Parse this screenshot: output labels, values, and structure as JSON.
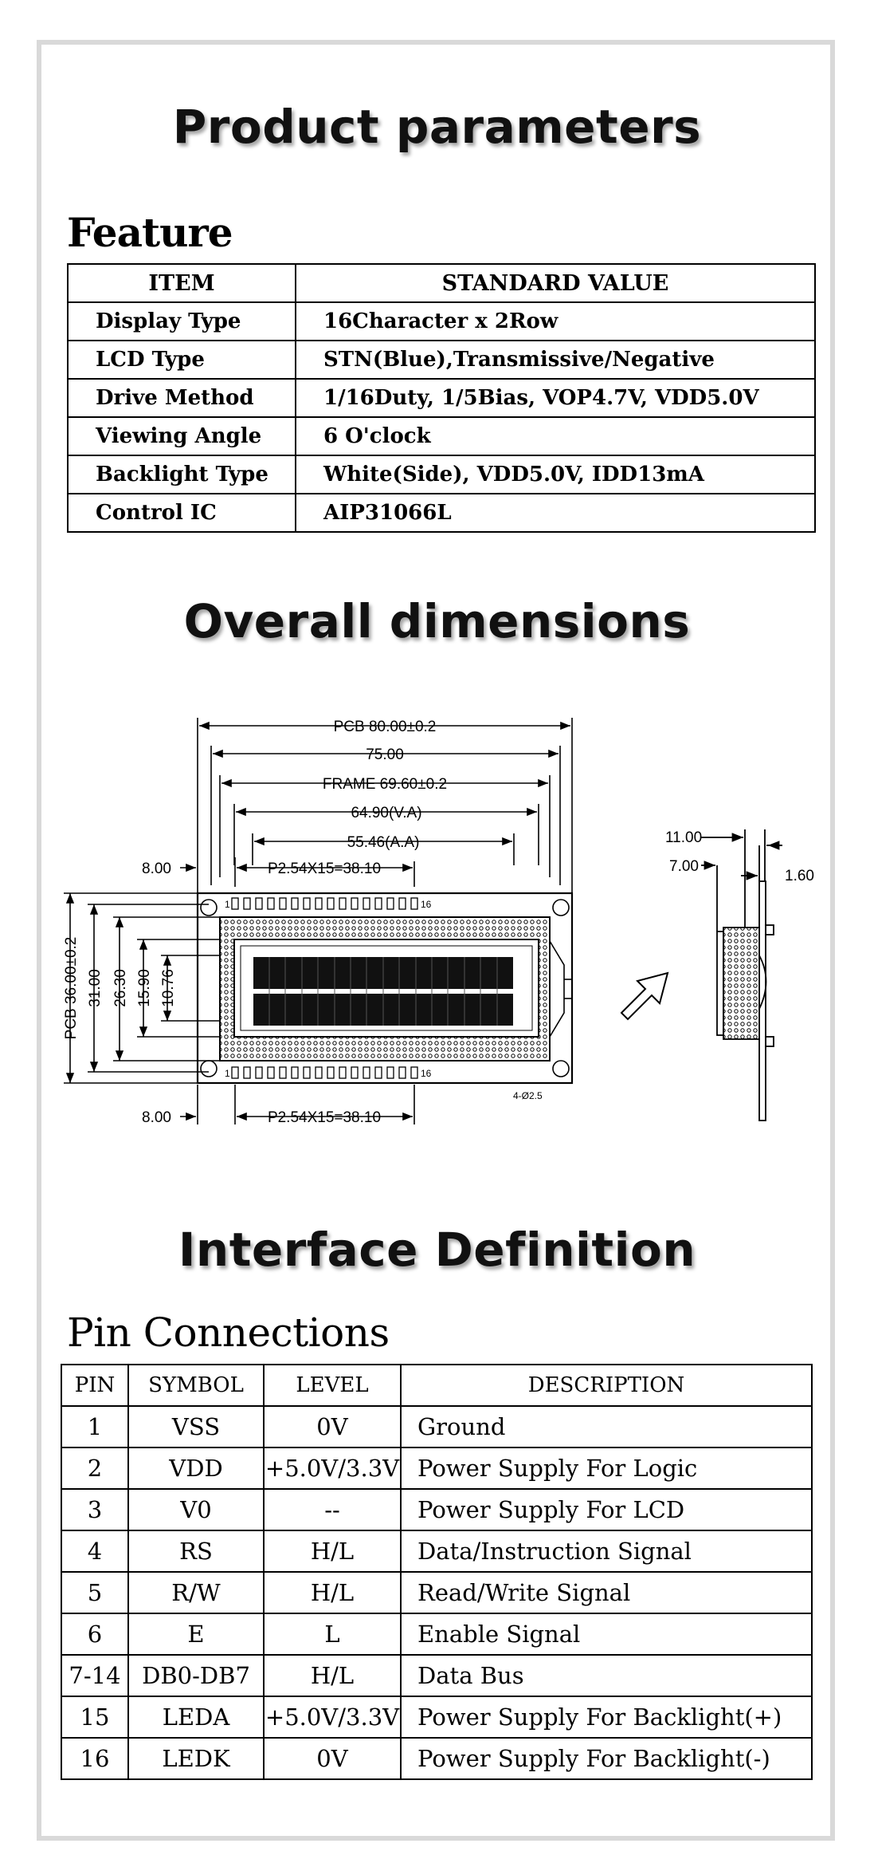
{
  "headings": {
    "product_parameters": "Product parameters",
    "feature": "Feature",
    "overall_dimensions": "Overall dimensions",
    "interface_definition": "Interface Definition",
    "pin_connections": "Pin Connections"
  },
  "feature_table": {
    "headers": [
      "ITEM",
      "STANDARD VALUE"
    ],
    "rows": [
      [
        "Display Type",
        "16Character x 2Row"
      ],
      [
        "LCD Type",
        "STN(Blue),Transmissive/Negative"
      ],
      [
        "Drive Method",
        "1/16Duty, 1/5Bias, VOP4.7V, VDD5.0V"
      ],
      [
        "Viewing Angle",
        "6 O'clock"
      ],
      [
        "Backlight Type",
        "White(Side), VDD5.0V, IDD13mA"
      ],
      [
        "Control IC",
        "AIP31066L"
      ]
    ]
  },
  "dimensions": {
    "pcb_width": "PCB 80.00±0.2",
    "width_75": "75.00",
    "frame": "FRAME 69.60±0.2",
    "va": "64.90(V.A)",
    "aa": "55.46(A.A)",
    "pitch_top": "P2.54X15=38.10",
    "pitch_bottom": "P2.54X15=38.10",
    "offset_top": "8.00",
    "offset_bottom": "8.00",
    "pcb_height": "PCB 36.00±0.2",
    "h31": "31.00",
    "h26": "26.30",
    "h15": "15.90",
    "h10": "10.76",
    "pin_1_top": "1",
    "pin_16_top": "16",
    "pin_1_bottom": "1",
    "pin_16_bottom": "16",
    "hole_note": "4-Ø2.5",
    "side_11": "11.00",
    "side_7": "7.00",
    "side_1_6": "1.60"
  },
  "pin_table": {
    "headers": [
      "PIN",
      "SYMBOL",
      "LEVEL",
      "DESCRIPTION"
    ],
    "rows": [
      [
        "1",
        "VSS",
        "0V",
        "Ground"
      ],
      [
        "2",
        "VDD",
        "+5.0V/3.3V",
        "Power Supply For Logic"
      ],
      [
        "3",
        "V0",
        "--",
        "Power Supply For LCD"
      ],
      [
        "4",
        "RS",
        "H/L",
        "Data/Instruction Signal"
      ],
      [
        "5",
        "R/W",
        "H/L",
        "Read/Write Signal"
      ],
      [
        "6",
        "E",
        "L",
        "Enable Signal"
      ],
      [
        "7-14",
        "DB0-DB7",
        "H/L",
        "Data Bus"
      ],
      [
        "15",
        "LEDA",
        "+5.0V/3.3V",
        "Power Supply For Backlight(+)"
      ],
      [
        "16",
        "LEDK",
        "0V",
        "Power Supply For Backlight(-)"
      ]
    ]
  }
}
